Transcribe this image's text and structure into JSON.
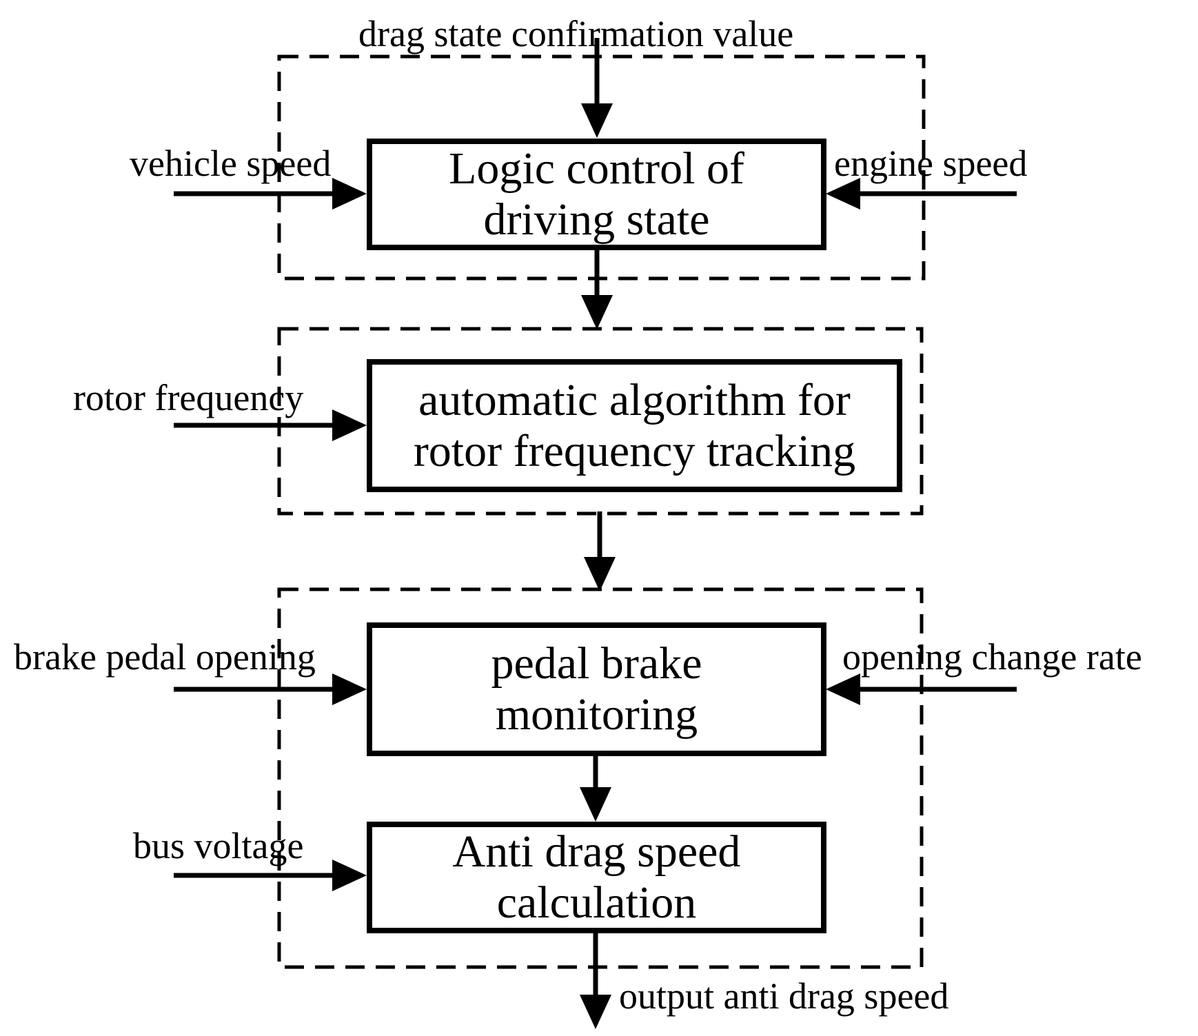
{
  "inputs": {
    "drag_state": "drag state confirmation value",
    "vehicle_speed": "vehicle speed",
    "engine_speed": "engine speed",
    "rotor_frequency": "rotor frequency",
    "brake_pedal_opening": "brake pedal opening",
    "opening_change_rate": "opening change rate",
    "bus_voltage": "bus voltage"
  },
  "blocks": {
    "logic_control": {
      "line1": "Logic control of",
      "line2": "driving state"
    },
    "rotor_tracking": {
      "line1": "automatic algorithm for",
      "line2": "rotor frequency tracking"
    },
    "pedal_monitor": {
      "line1": "pedal brake",
      "line2": "monitoring"
    },
    "anti_drag": {
      "line1": "Anti drag speed",
      "line2": "calculation"
    }
  },
  "output": {
    "label": "output anti drag speed"
  }
}
